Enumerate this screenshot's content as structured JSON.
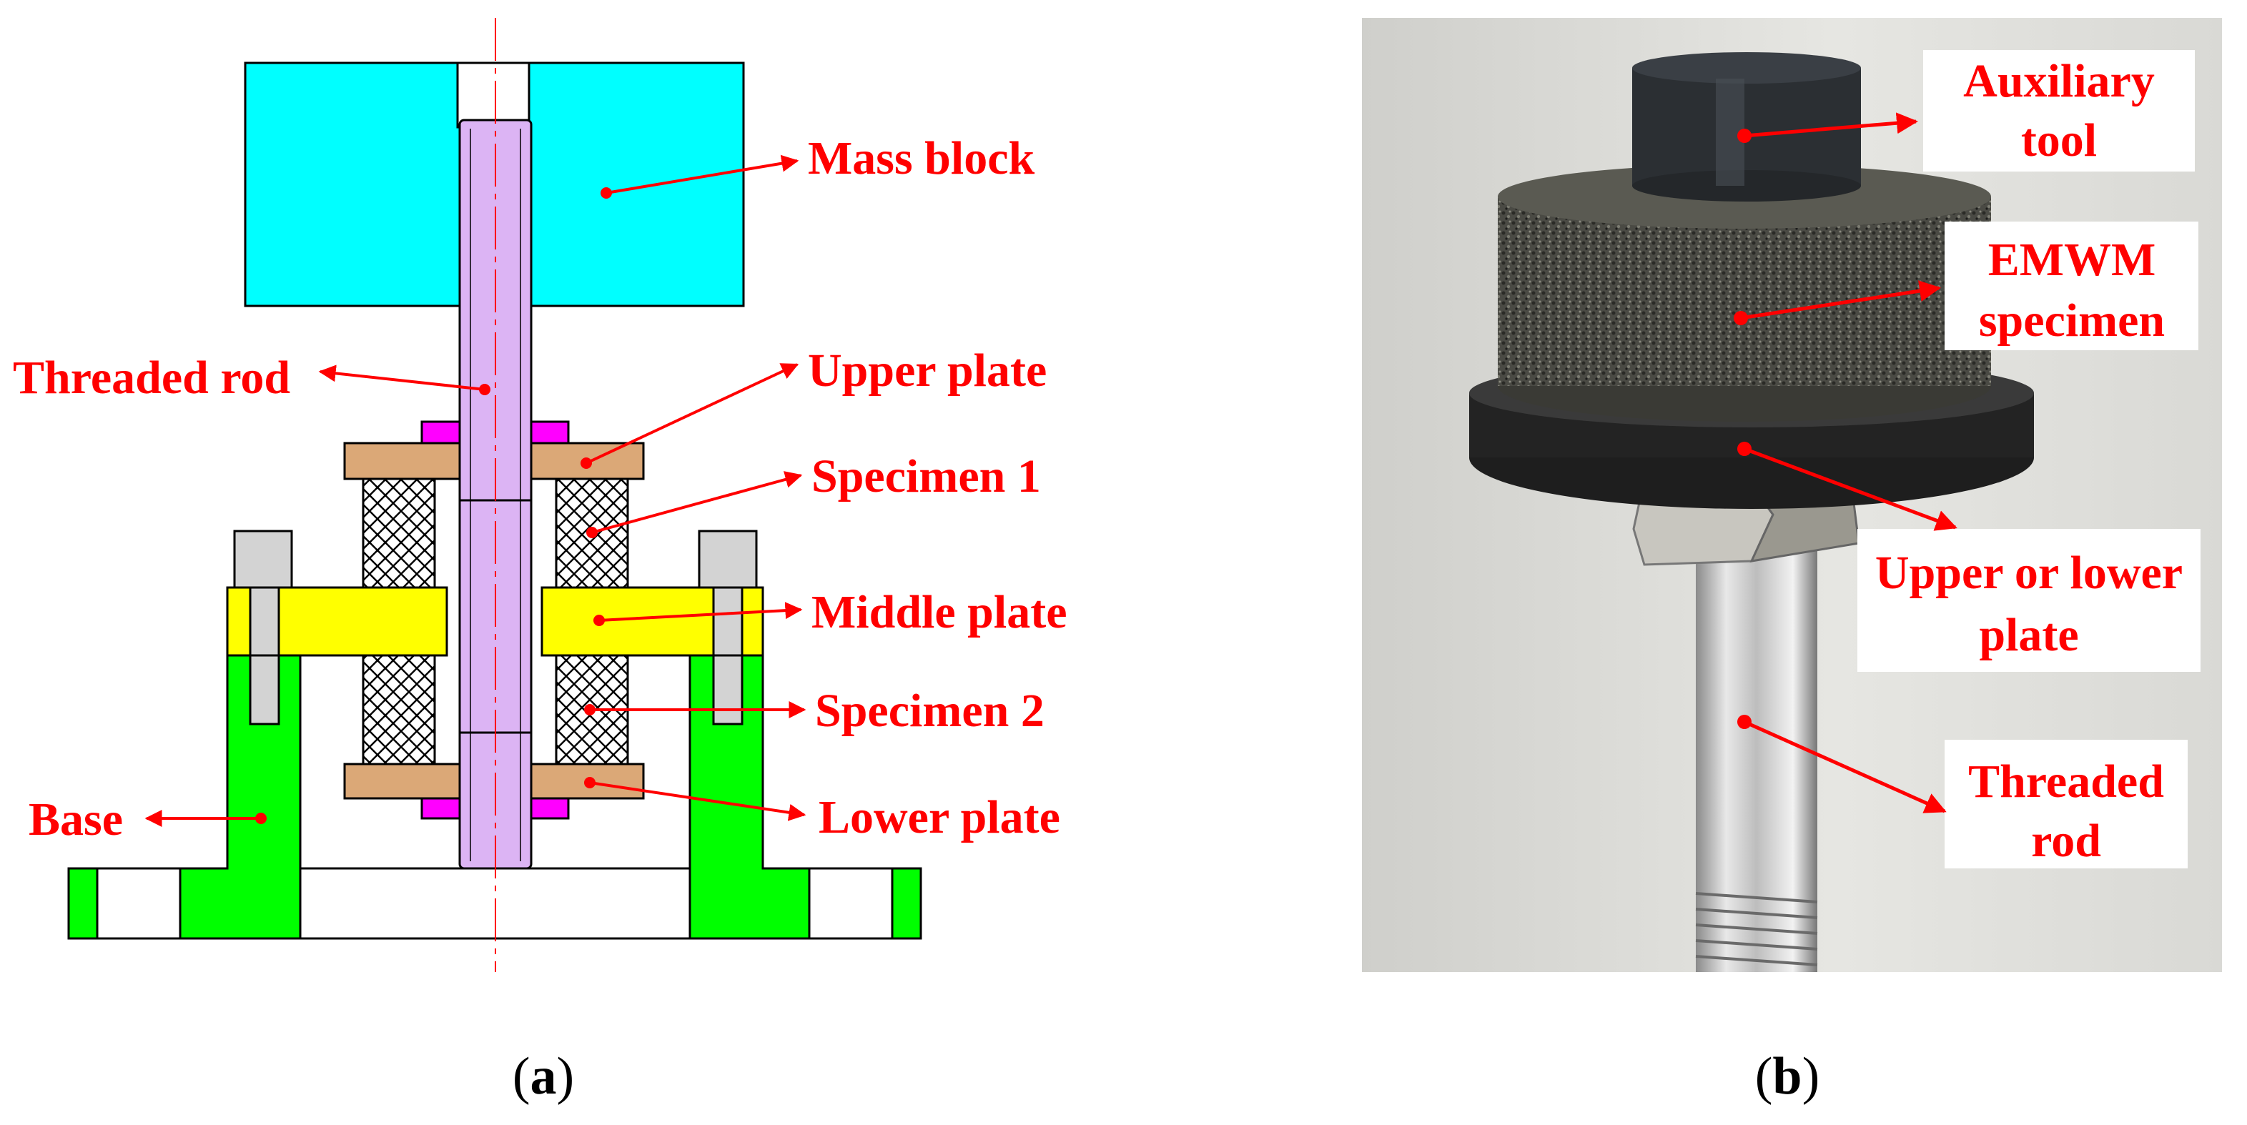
{
  "panel_a": {
    "caption_letter": "a",
    "labels": {
      "mass_block": "Mass block",
      "threaded_rod": "Threaded rod",
      "upper_plate": "Upper plate",
      "specimen1": "Specimen 1",
      "middle_plate": "Middle plate",
      "specimen2": "Specimen 2",
      "base": "Base",
      "lower_plate": "Lower plate"
    }
  },
  "panel_b": {
    "caption_letter": "b",
    "labels": {
      "aux_line1": "Auxiliary",
      "aux_line2": "tool",
      "emwm_line1": "EMWM",
      "emwm_line2": "specimen",
      "plate_line1": "Upper or lower",
      "plate_line2": "plate",
      "rod_line1": "Threaded",
      "rod_line2": "rod"
    }
  },
  "colors": {
    "label_red": "#ff0000",
    "mass_block": "#00ffff",
    "threaded_rod": "#dcb4f4",
    "plates": "#dba877",
    "middle_plate": "#ffff00",
    "base": "#00ff00",
    "nuts": "#ff00ff",
    "bolts": "#d3d3d3"
  }
}
